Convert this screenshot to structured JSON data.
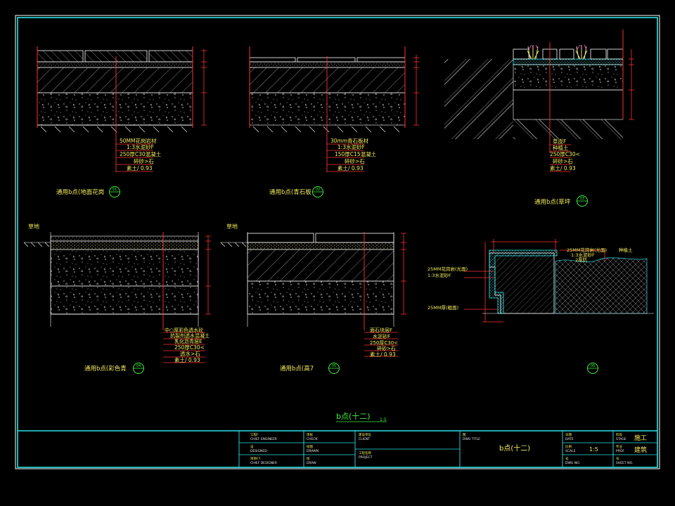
{
  "drawing_title": "b点(十二)",
  "drawing_scale": "1:5",
  "details": [
    {
      "caption": "通用b点(地面花岗",
      "mark": "01",
      "layers": [
        "50MM花岗岩材",
        "1:3水泥砂F",
        "250厚C30混凝土",
        "碎砂>石",
        "素土/ 0.93"
      ]
    },
    {
      "caption": "通用b点(青石板",
      "mark": "02",
      "layers": [
        "30mm青石板材",
        "1:3水泥砂F",
        "150厚C15混凝土",
        "碎砂>石",
        "素土/ 0.93"
      ]
    },
    {
      "caption": "通用b点(草坪",
      "mark": "03",
      "layers": [
        "草皮F",
        "种植土",
        "250厚C30<",
        "碎砂>石",
        "素土/ 0.93"
      ]
    },
    {
      "caption": "通用b点(彩色青",
      "mark": "04",
      "layers": [
        "中○厚彩色透水砼",
        "抗裂剂透水混凝土",
        "乳化沥青层E",
        "250厚C30<",
        "透水>石",
        "素土/ 0.93"
      ]
    },
    {
      "caption": "通用b点(高7",
      "mark": "05",
      "layers": [
        "面石块层F",
        "水泥砂F",
        "250厚C30<",
        "碎砂>石",
        "素土/ 0.93"
      ]
    },
    {
      "caption": "",
      "mark": "06",
      "layers": [
        "25MM花岗岩(光面)",
        "1:3水泥砂F",
        "2厚防",
        "25MM花岗岩(光面)",
        "1:3水泥砂F",
        "25MM厚(粗面)"
      ]
    }
  ],
  "side_labels": {
    "grass_left": "草地",
    "grass_mid": "草地",
    "soil": "种植土"
  },
  "title_block": {
    "chief_engineer": {
      "cn": "工程F",
      "en": "CHIEF ENGINEER"
    },
    "check": {
      "cn": "审核",
      "en": "CHECK"
    },
    "designed": {
      "cn": "设",
      "en": "DESIGNED"
    },
    "drawn": {
      "cn": "绘图",
      "en": "DRAWN"
    },
    "project_chief": {
      "cn": "项目F7",
      "en": "CHIEF DESIGNER"
    },
    "draw": {
      "cn": "绘",
      "en": "DRAW"
    },
    "client": {
      "cn": "建设单位",
      "en": "CLIENT"
    },
    "project": {
      "cn": "工程名称",
      "en": "PROJECT"
    },
    "dwg_title": {
      "cn": "图",
      "en": "DWG TITLE"
    },
    "date": {
      "cn": "日期",
      "en": "DATE"
    },
    "scale": {
      "cn": "比例",
      "en": "SCALE"
    },
    "dwg_no": {
      "cn": "号",
      "en": "DWG NO."
    },
    "stage": {
      "cn": "阶段",
      "en": "STAGE",
      "value": "施工"
    },
    "prof": {
      "cn": "专业",
      "en": "PROF.",
      "value": "建筑"
    },
    "sheet": {
      "cn": "号",
      "en": "SHEET NO."
    }
  }
}
